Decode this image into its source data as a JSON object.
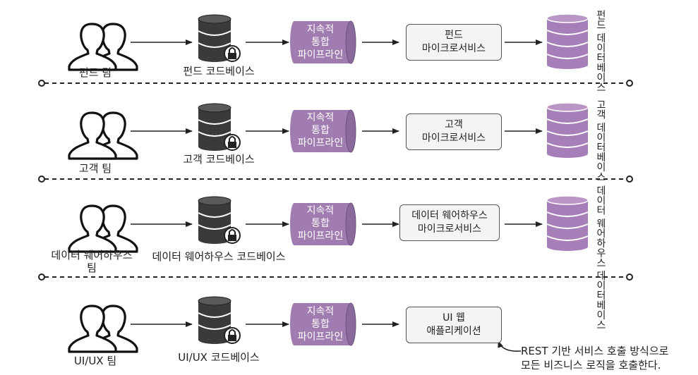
{
  "rows": [
    {
      "team": "펀드 팀",
      "repo": "펀드 코드베이스",
      "ci": [
        "지속적",
        "통합",
        "파이프라인"
      ],
      "service": [
        "펀드",
        "마이크로서비스"
      ],
      "database": [
        "펀드",
        "데이터베이스"
      ]
    },
    {
      "team": "고객 팀",
      "repo": "고객 코드베이스",
      "ci": [
        "지속적",
        "통합",
        "파이프라인"
      ],
      "service": [
        "고객",
        "마이크로서비스"
      ],
      "database": [
        "고객",
        "데이터베이스"
      ]
    },
    {
      "team": "데이터 웨어하우스 팀",
      "team_lines": [
        "데이터 웨어하우스",
        "팀"
      ],
      "repo": "데이터 웨어하우스 코드베이스",
      "ci": [
        "지속적",
        "통합",
        "파이프라인"
      ],
      "service": [
        "데이터 웨어하우스",
        "마이크로서비스"
      ],
      "database": [
        "데이터 웨어하우스",
        "데이터베이스"
      ]
    },
    {
      "team": "UI/UX 팀",
      "repo": "UI/UX 코드베이스",
      "ci": [
        "지속적",
        "통합",
        "파이프라인"
      ],
      "service": [
        "UI 웹",
        "애플리케이션"
      ]
    }
  ],
  "note": [
    "REST 기반 서비스 호출 방식으로",
    "모든 비즈니스 로직을 호출한다."
  ],
  "colors": {
    "icon_dark": "#3a3a3a",
    "pipeline_purple": "#a07cb0",
    "database_purple": "#a77fb8",
    "service_fill": "#f4f4f4"
  }
}
